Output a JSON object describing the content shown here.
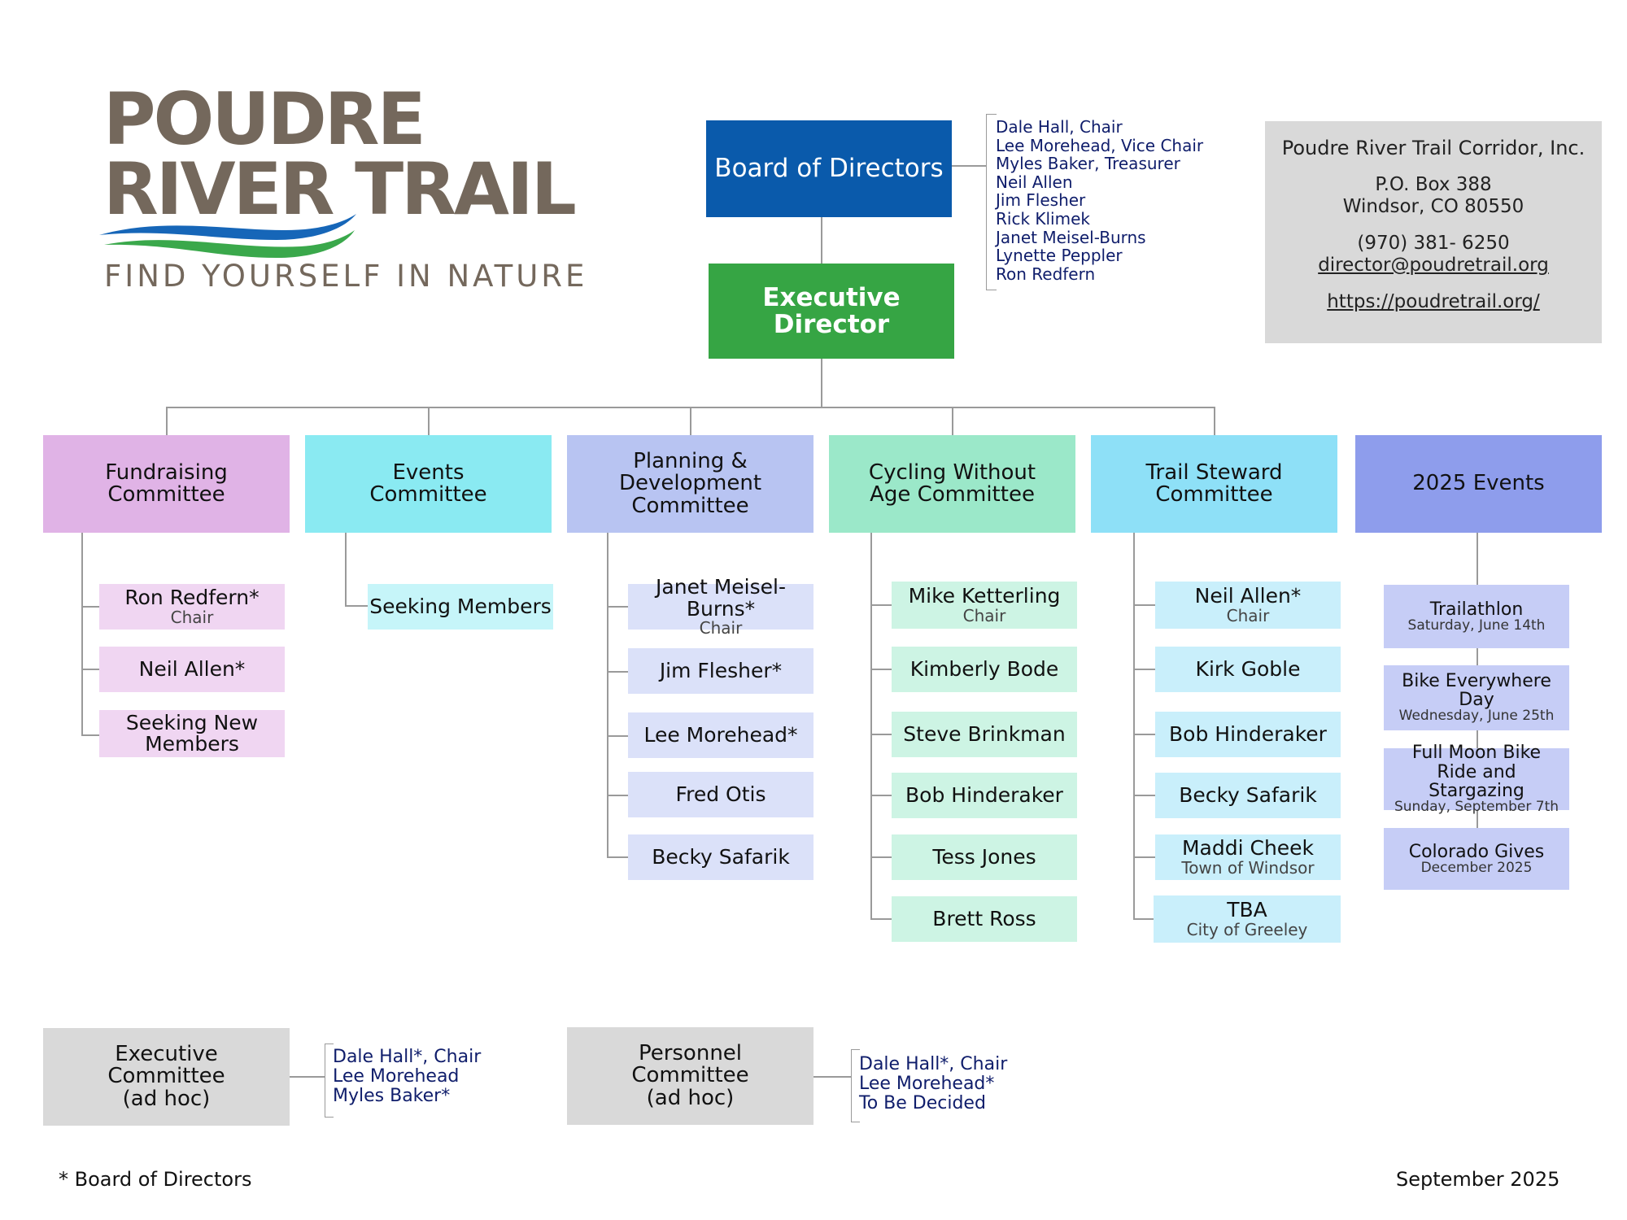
{
  "logo": {
    "line1": "POUDRE",
    "line2": "RIVER TRAIL",
    "tagline": "FIND YOURSELF IN NATURE",
    "colors": {
      "text": "#74685c",
      "wave_blue": "#1666b8",
      "wave_green": "#3aa84b"
    }
  },
  "board": {
    "title": "Board of Directors",
    "members": [
      "Dale Hall, Chair",
      "Lee Morehead, Vice Chair",
      "Myles Baker, Treasurer",
      "Neil Allen",
      "Jim Flesher",
      "Rick Klimek",
      "Janet Meisel-Burns",
      "Lynette Peppler",
      "Ron Redfern"
    ],
    "color": "#0a5aab"
  },
  "executive_director": {
    "title": "Executive Director",
    "color": "#36a544"
  },
  "contact": {
    "org": "Poudre River Trail Corridor, Inc.",
    "address1": "P.O. Box 388",
    "address2": "Windsor, CO 80550",
    "phone": "(970) 381- 6250",
    "email": "director@poudretrail.org",
    "website": "https://poudretrail.org/"
  },
  "committees": [
    {
      "title": "Fundraising Committee",
      "header_color": "#e0b3e6",
      "item_color": "#f0d6f2",
      "members": [
        {
          "name": "Ron Redfern*",
          "role": "Chair"
        },
        {
          "name": "Neil Allen*",
          "role": ""
        },
        {
          "name": "Seeking New Members",
          "role": ""
        }
      ]
    },
    {
      "title": "Events Committee",
      "header_color": "#8aeaf2",
      "item_color": "#c6f5f9",
      "members": [
        {
          "name": "Seeking Members",
          "role": ""
        }
      ]
    },
    {
      "title": "Planning & Development Committee",
      "header_color": "#b8c4f2",
      "item_color": "#dbe1f9",
      "members": [
        {
          "name": "Janet Meisel-Burns*",
          "role": "Chair"
        },
        {
          "name": "Jim Flesher*",
          "role": ""
        },
        {
          "name": "Lee Morehead*",
          "role": ""
        },
        {
          "name": "Fred Otis",
          "role": ""
        },
        {
          "name": "Becky Safarik",
          "role": ""
        }
      ]
    },
    {
      "title": "Cycling Without Age Committee",
      "header_color": "#9be8c9",
      "item_color": "#cdf4e4",
      "members": [
        {
          "name": "Mike Ketterling",
          "role": "Chair"
        },
        {
          "name": "Kimberly Bode",
          "role": ""
        },
        {
          "name": "Steve Brinkman",
          "role": ""
        },
        {
          "name": "Bob Hinderaker",
          "role": ""
        },
        {
          "name": "Tess Jones",
          "role": ""
        },
        {
          "name": "Brett Ross",
          "role": ""
        }
      ]
    },
    {
      "title": "Trail Steward Committee",
      "header_color": "#8ee0f7",
      "item_color": "#c9effb",
      "members": [
        {
          "name": "Neil Allen*",
          "role": "Chair"
        },
        {
          "name": "Kirk Goble",
          "role": ""
        },
        {
          "name": "Bob Hinderaker",
          "role": ""
        },
        {
          "name": "Becky Safarik",
          "role": ""
        },
        {
          "name": "Maddi Cheek",
          "role": "Town of Windsor"
        },
        {
          "name": "TBA",
          "role": "City of Greeley"
        }
      ]
    }
  ],
  "events": {
    "title": "2025 Events",
    "header_color": "#8e9dec",
    "item_color": "#c6cdf6",
    "items": [
      {
        "name": "Trailathlon",
        "date": "Saturday, June 14th"
      },
      {
        "name": "Bike Everywhere Day",
        "date": "Wednesday, June 25th"
      },
      {
        "name": "Full Moon Bike Ride and Stargazing",
        "date": "Sunday, September 7th"
      },
      {
        "name": "Colorado Gives",
        "date": "December 2025"
      }
    ]
  },
  "adhoc": [
    {
      "title": "Executive Committee (ad hoc)",
      "members": [
        "Dale Hall*, Chair",
        "Lee Morehead",
        "Myles Baker*"
      ]
    },
    {
      "title": "Personnel Committee (ad hoc)",
      "members": [
        "Dale Hall*, Chair",
        "Lee Morehead*",
        "To Be Decided"
      ]
    }
  ],
  "footer": {
    "note": "* Board of Directors",
    "date": "September 2025"
  }
}
